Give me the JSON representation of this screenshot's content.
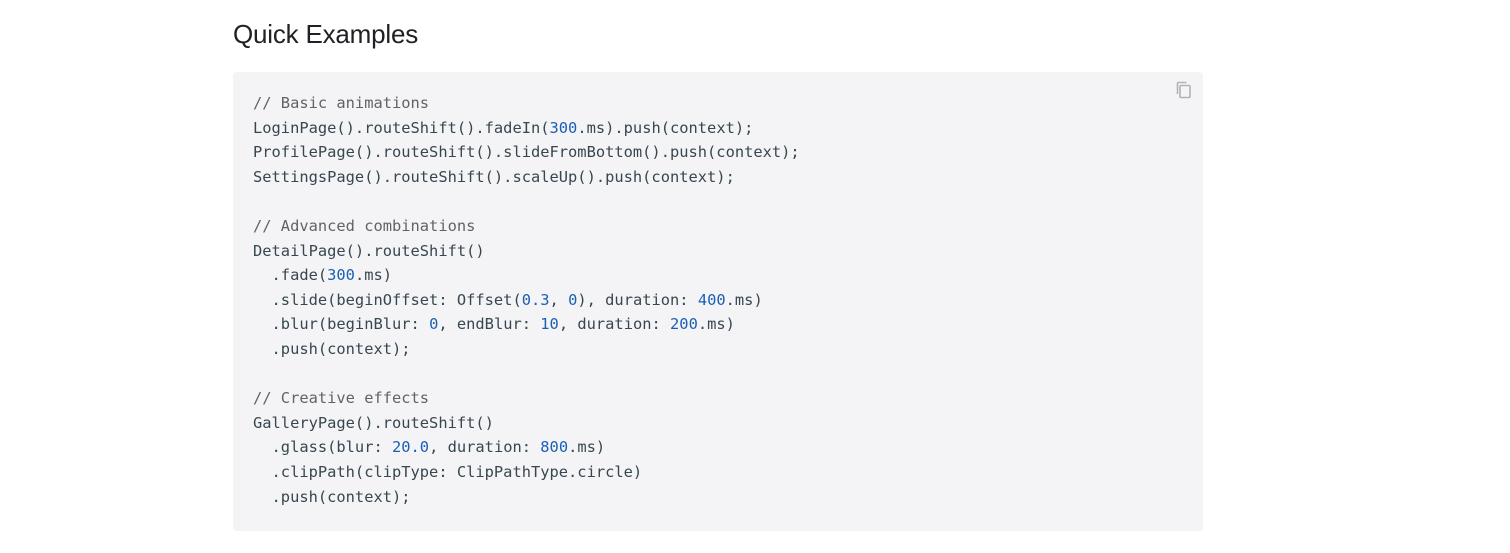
{
  "section": {
    "title": "Quick Examples"
  },
  "code_block": {
    "copy_icon": "copy-icon",
    "colors": {
      "background": "#f4f4f6",
      "text": "#37474f",
      "comment": "#5f6368",
      "number": "#1a5fb4"
    },
    "lines": [
      [
        {
          "t": "comment",
          "v": "// Basic animations"
        }
      ],
      [
        {
          "t": "plain",
          "v": "LoginPage().routeShift().fadeIn("
        },
        {
          "t": "number",
          "v": "300"
        },
        {
          "t": "plain",
          "v": ".ms).push(context);"
        }
      ],
      [
        {
          "t": "plain",
          "v": "ProfilePage().routeShift().slideFromBottom().push(context);"
        }
      ],
      [
        {
          "t": "plain",
          "v": "SettingsPage().routeShift().scaleUp().push(context);"
        }
      ],
      [],
      [
        {
          "t": "comment",
          "v": "// Advanced combinations"
        }
      ],
      [
        {
          "t": "plain",
          "v": "DetailPage().routeShift()"
        }
      ],
      [
        {
          "t": "plain",
          "v": "  .fade("
        },
        {
          "t": "number",
          "v": "300"
        },
        {
          "t": "plain",
          "v": ".ms)"
        }
      ],
      [
        {
          "t": "plain",
          "v": "  .slide(beginOffset: Offset("
        },
        {
          "t": "number",
          "v": "0.3"
        },
        {
          "t": "plain",
          "v": ", "
        },
        {
          "t": "number",
          "v": "0"
        },
        {
          "t": "plain",
          "v": "), duration: "
        },
        {
          "t": "number",
          "v": "400"
        },
        {
          "t": "plain",
          "v": ".ms)"
        }
      ],
      [
        {
          "t": "plain",
          "v": "  .blur(beginBlur: "
        },
        {
          "t": "number",
          "v": "0"
        },
        {
          "t": "plain",
          "v": ", endBlur: "
        },
        {
          "t": "number",
          "v": "10"
        },
        {
          "t": "plain",
          "v": ", duration: "
        },
        {
          "t": "number",
          "v": "200"
        },
        {
          "t": "plain",
          "v": ".ms)"
        }
      ],
      [
        {
          "t": "plain",
          "v": "  .push(context);"
        }
      ],
      [],
      [
        {
          "t": "comment",
          "v": "// Creative effects"
        }
      ],
      [
        {
          "t": "plain",
          "v": "GalleryPage().routeShift()"
        }
      ],
      [
        {
          "t": "plain",
          "v": "  .glass(blur: "
        },
        {
          "t": "number",
          "v": "20.0"
        },
        {
          "t": "plain",
          "v": ", duration: "
        },
        {
          "t": "number",
          "v": "800"
        },
        {
          "t": "plain",
          "v": ".ms)"
        }
      ],
      [
        {
          "t": "plain",
          "v": "  .clipPath(clipType: ClipPathType.circle)"
        }
      ],
      [
        {
          "t": "plain",
          "v": "  .push(context);"
        }
      ]
    ]
  }
}
